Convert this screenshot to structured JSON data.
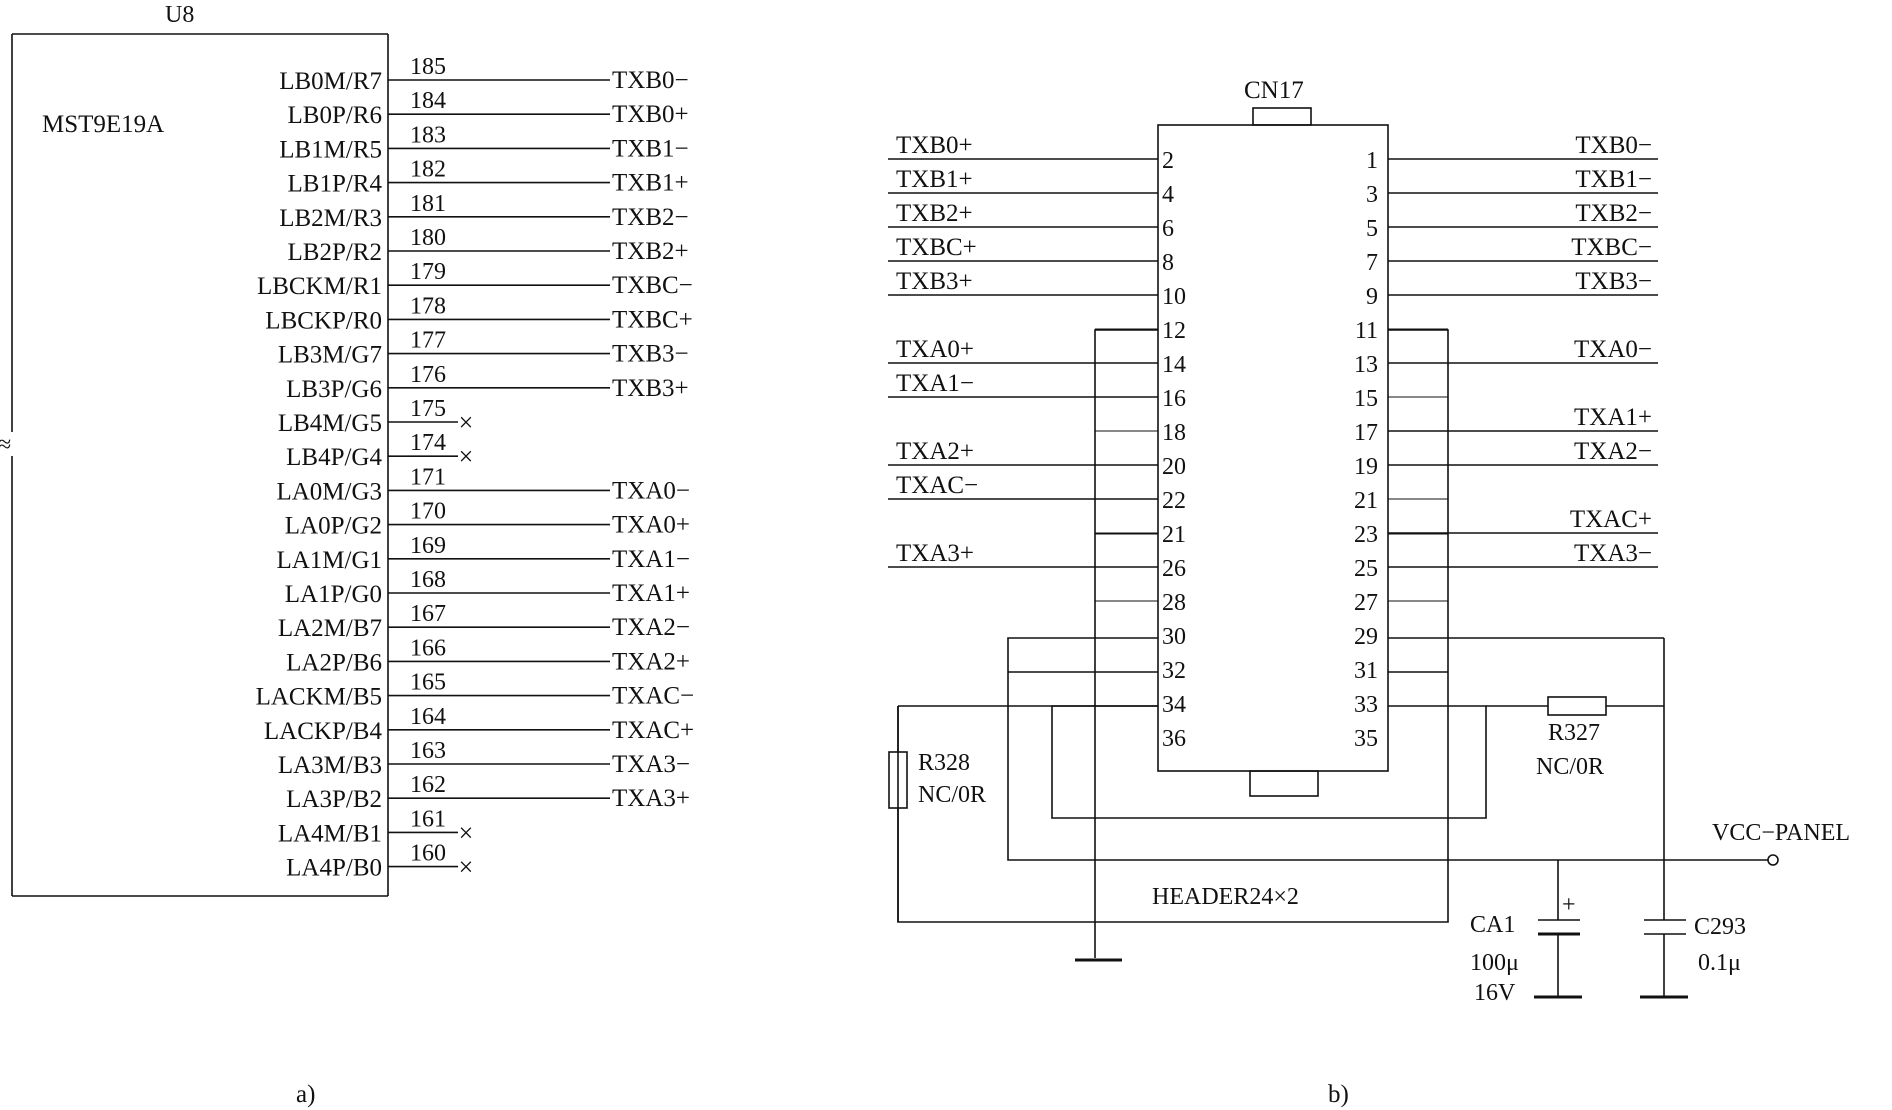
{
  "part_a": {
    "chip_ref": "U8",
    "chip_model": "MST9E19A",
    "break_symbol": "≈",
    "caption": "a)",
    "pins": [
      {
        "name": "LB0M/R7",
        "num": "185",
        "net": "TXB0−"
      },
      {
        "name": "LB0P/R6",
        "num": "184",
        "net": "TXB0+"
      },
      {
        "name": "LB1M/R5",
        "num": "183",
        "net": "TXB1−"
      },
      {
        "name": "LB1P/R4",
        "num": "182",
        "net": "TXB1+"
      },
      {
        "name": "LB2M/R3",
        "num": "181",
        "net": "TXB2−"
      },
      {
        "name": "LB2P/R2",
        "num": "180",
        "net": "TXB2+"
      },
      {
        "name": "LBCKM/R1",
        "num": "179",
        "net": "TXBC−"
      },
      {
        "name": "LBCKP/R0",
        "num": "178",
        "net": "TXBC+"
      },
      {
        "name": "LB3M/G7",
        "num": "177",
        "net": "TXB3−"
      },
      {
        "name": "LB3P/G6",
        "num": "176",
        "net": "TXB3+"
      },
      {
        "name": "LB4M/G5",
        "num": "175",
        "net": "×"
      },
      {
        "name": "LB4P/G4",
        "num": "174",
        "net": "×"
      },
      {
        "name": "LA0M/G3",
        "num": "171",
        "net": "TXA0−"
      },
      {
        "name": "LA0P/G2",
        "num": "170",
        "net": "TXA0+"
      },
      {
        "name": "LA1M/G1",
        "num": "169",
        "net": "TXA1−"
      },
      {
        "name": "LA1P/G0",
        "num": "168",
        "net": "TXA1+"
      },
      {
        "name": "LA2M/B7",
        "num": "167",
        "net": "TXA2−"
      },
      {
        "name": "LA2P/B6",
        "num": "166",
        "net": "TXA2+"
      },
      {
        "name": "LACKM/B5",
        "num": "165",
        "net": "TXAC−"
      },
      {
        "name": "LACKP/B4",
        "num": "164",
        "net": "TXAC+"
      },
      {
        "name": "LA3M/B3",
        "num": "163",
        "net": "TXA3−"
      },
      {
        "name": "LA3P/B2",
        "num": "162",
        "net": "TXA3+"
      },
      {
        "name": "LA4M/B1",
        "num": "161",
        "net": "×"
      },
      {
        "name": "LA4P/B0",
        "num": "160",
        "net": "×"
      }
    ]
  },
  "part_b": {
    "connector_ref": "CN17",
    "header_label": "HEADER24×2",
    "caption": "b)",
    "left_pins": [
      "2",
      "4",
      "6",
      "8",
      "10",
      "12",
      "14",
      "16",
      "18",
      "20",
      "22",
      "21",
      "26",
      "28",
      "30",
      "32",
      "34",
      "36"
    ],
    "right_pins": [
      "1",
      "3",
      "5",
      "7",
      "9",
      "11",
      "13",
      "15",
      "17",
      "19",
      "21",
      "23",
      "25",
      "27",
      "29",
      "31",
      "33",
      "35"
    ],
    "left_nets": [
      {
        "label": "TXB0+",
        "row": 0
      },
      {
        "label": "TXB1+",
        "row": 1
      },
      {
        "label": "TXB2+",
        "row": 2
      },
      {
        "label": "TXBC+",
        "row": 3
      },
      {
        "label": "TXB3+",
        "row": 4
      },
      {
        "label": "TXA0+",
        "row": 6
      },
      {
        "label": "TXA1−",
        "row": 7
      },
      {
        "label": "TXA2+",
        "row": 9
      },
      {
        "label": "TXAC−",
        "row": 10
      },
      {
        "label": "TXA3+",
        "row": 12
      }
    ],
    "right_nets": [
      {
        "label": "TXB0−",
        "row": 0
      },
      {
        "label": "TXB1−",
        "row": 1
      },
      {
        "label": "TXB2−",
        "row": 2
      },
      {
        "label": "TXBC−",
        "row": 3
      },
      {
        "label": "TXB3−",
        "row": 4
      },
      {
        "label": "TXA0−",
        "row": 6
      },
      {
        "label": "TXA1+",
        "row": 8
      },
      {
        "label": "TXA2−",
        "row": 9
      },
      {
        "label": "TXAC+",
        "row": 11
      },
      {
        "label": "TXA3−",
        "row": 12
      }
    ],
    "r328": {
      "ref": "R328",
      "value": "NC/0R"
    },
    "r327": {
      "ref": "R327",
      "value": "NC/0R"
    },
    "vcc_label": "VCC−PANEL",
    "ca1": {
      "ref": "CA1",
      "value": "100μ",
      "voltage": "16V",
      "polarity": "+"
    },
    "c293": {
      "ref": "C293",
      "value": "0.1μ"
    }
  }
}
